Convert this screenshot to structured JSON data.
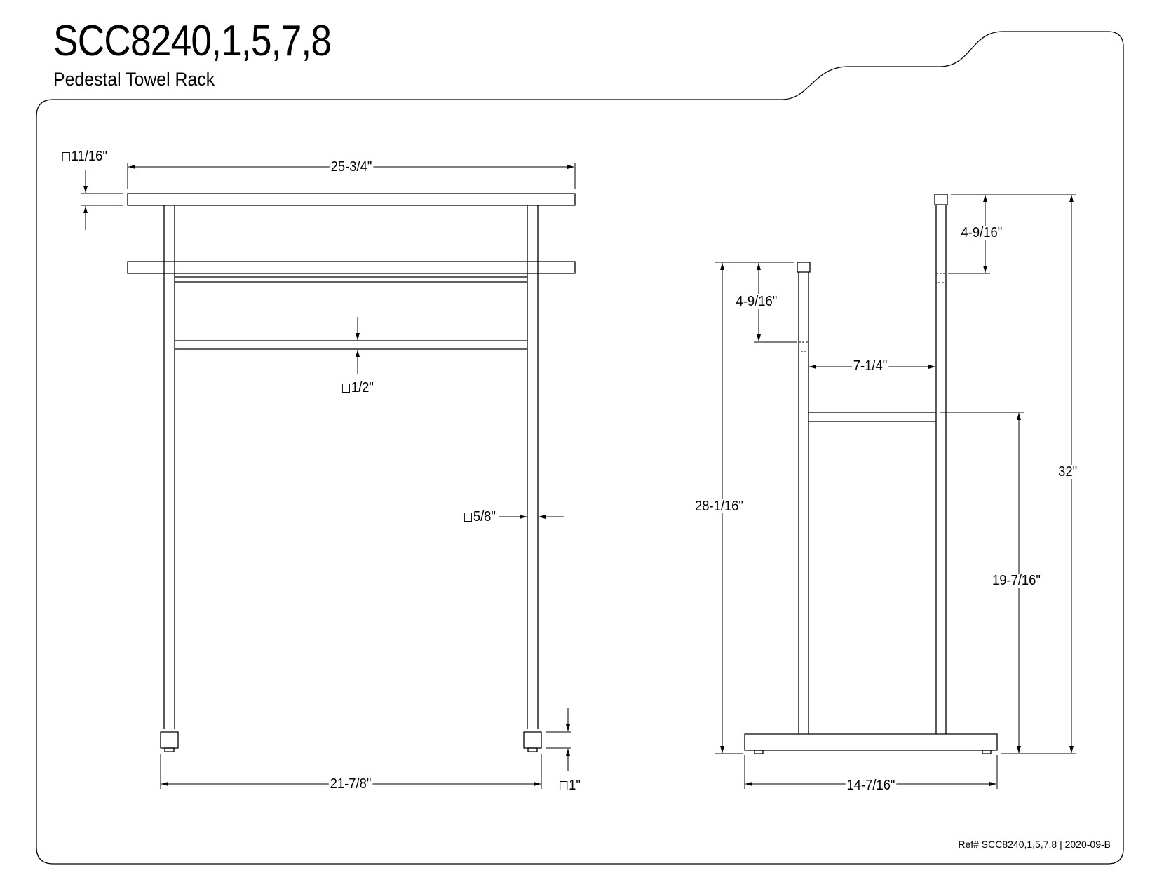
{
  "title": "SCC8240,1,5,7,8",
  "subtitle": "Pedestal Towel Rack",
  "reference": "Ref# SCC8240,1,5,7,8 | 2020-09-B",
  "front_view": {
    "overall_width": "25-3/4\"",
    "bar_thickness": "11/16\"",
    "inner_bar_thickness": "1/2\"",
    "post_thickness": "5/8\"",
    "foot_height": "1\"",
    "base_span": "21-7/8\""
  },
  "side_view": {
    "post_offset_left": "4-9/16\"",
    "post_offset_right": "4-9/16\"",
    "post_spacing": "7-1/4\"",
    "short_post_height": "28-1/16\"",
    "bar_height": "19-7/16\"",
    "overall_height": "32\"",
    "base_depth": "14-7/16\""
  }
}
